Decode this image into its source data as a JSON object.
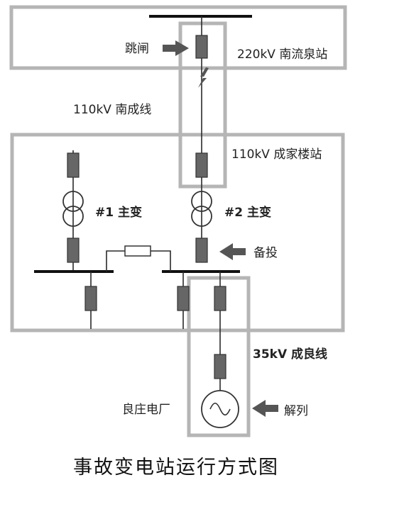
{
  "labels": {
    "trip": "跳闸",
    "station_220": "220kV 南流泉站",
    "line_110": "110kV 南成线",
    "station_110": "110kV 成家楼站",
    "transformer_1": "#1 主变",
    "transformer_2": "#2 主变",
    "backup": "备投",
    "line_35": "35kV 成良线",
    "plant": "良庄电厂",
    "disconnect": "解列"
  },
  "caption": "事故变电站运行方式图"
}
